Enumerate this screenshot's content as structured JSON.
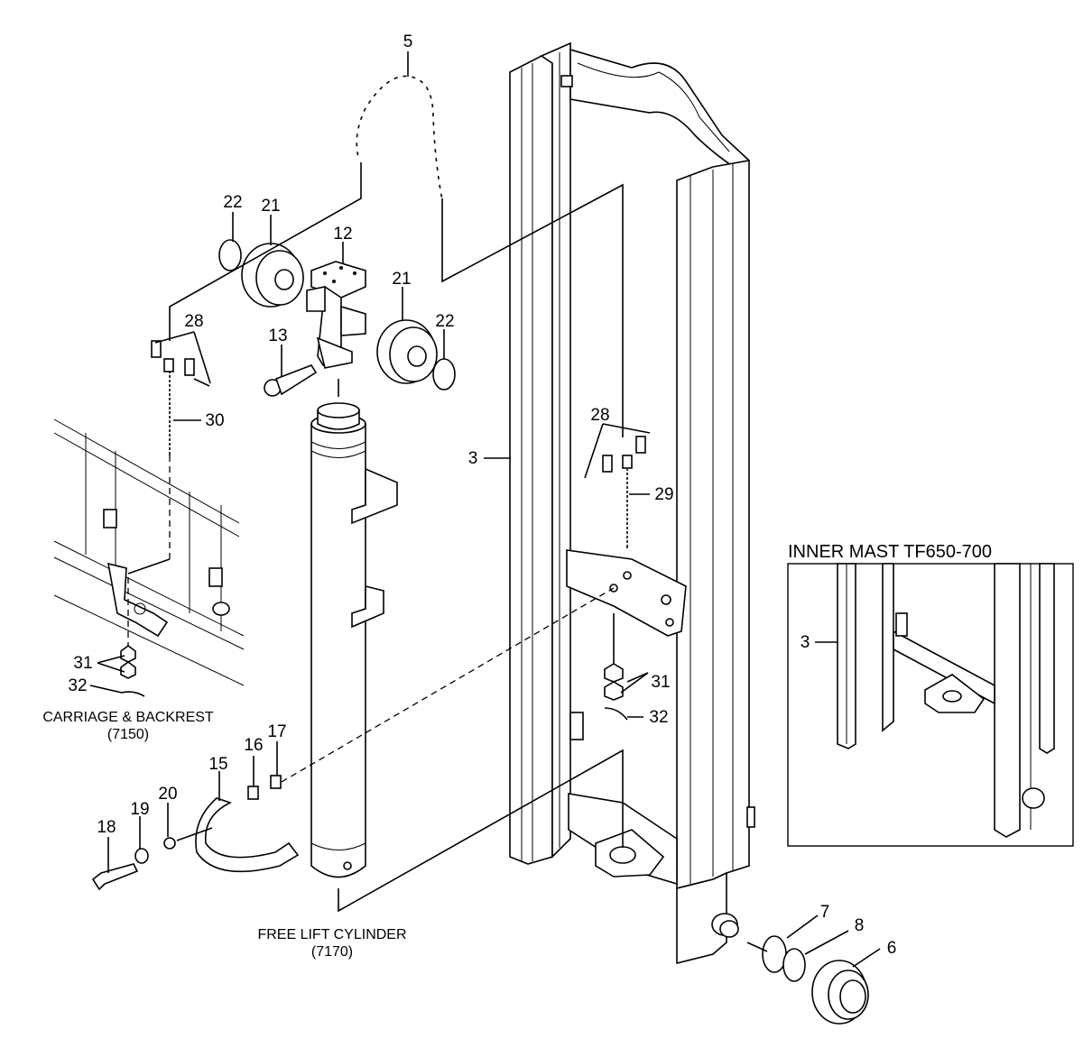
{
  "callouts": [
    "5",
    "22",
    "21",
    "12",
    "21",
    "22",
    "28",
    "13",
    "30",
    "3",
    "28",
    "29",
    "31",
    "32",
    "31",
    "32",
    "17",
    "16",
    "15",
    "20",
    "19",
    "18",
    "7",
    "8",
    "6",
    "3"
  ],
  "captions": {
    "carriage_line1": "CARRIAGE & BACKREST",
    "carriage_line2": "(7150)",
    "cylinder_line1": "FREE LIFT CYLINDER",
    "cylinder_line2": "(7170)"
  },
  "inset": {
    "title": "INNER MAST TF650-700",
    "callout": "3"
  }
}
